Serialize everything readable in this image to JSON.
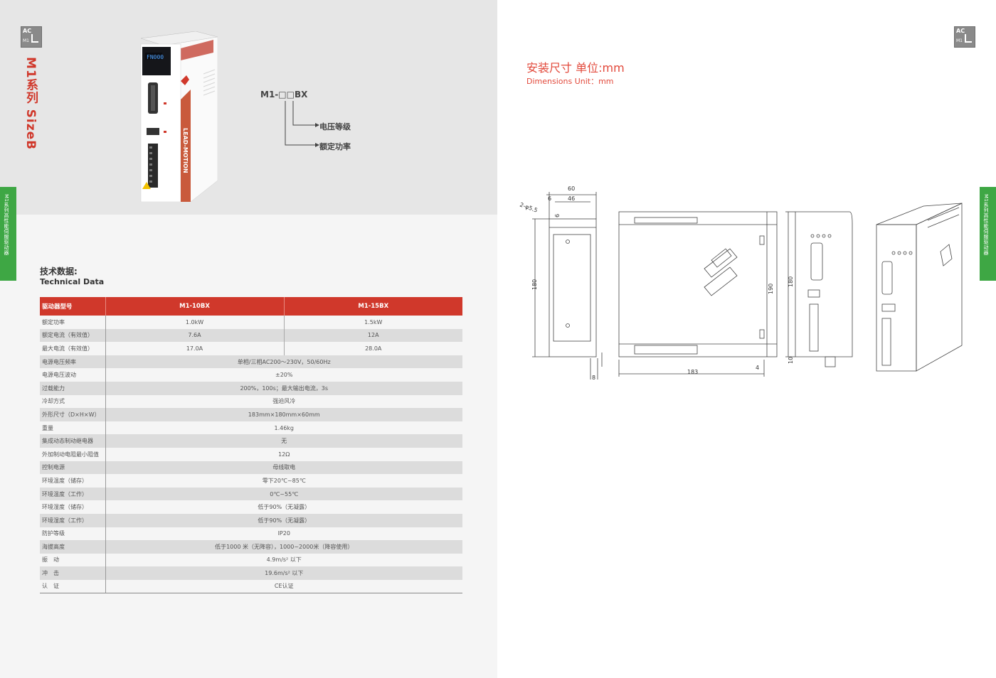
{
  "left": {
    "logo": {
      "ac": "AC",
      "m1": "M1"
    },
    "series_title": "M1系列 SizeB",
    "side_tab": "M1系列高性能伺服驱动器",
    "product": {
      "display": "FN000",
      "brand_text": "LEAD-MOTION"
    },
    "model_code": {
      "code": "M1-□□BX",
      "voltage_label": "电压等级",
      "power_label": "额定功率"
    },
    "tech_title_cn": "技术数据:",
    "tech_title_en": "Technical Data",
    "table": {
      "headers": [
        "驱动器型号",
        "M1-10BX",
        "M1-15BX"
      ],
      "rows": [
        {
          "label": "额定功率",
          "a": "1.0kW",
          "b": "1.5kW"
        },
        {
          "label": "额定电流（有效值）",
          "a": "7.6A",
          "b": "12A"
        },
        {
          "label": "最大电流（有效值）",
          "a": "17.0A",
          "b": "28.0A"
        },
        {
          "label": "电源电压频率",
          "merged": "单相/三相AC200～230V，50/60Hz"
        },
        {
          "label": "电源电压波动",
          "merged": "±20%"
        },
        {
          "label": "过载能力",
          "merged": "200%，100s；最大输出电流，3s"
        },
        {
          "label": "冷却方式",
          "merged": "强迫风冷"
        },
        {
          "label": "外形尺寸（D×H×W）",
          "merged": "183mm×180mm×60mm"
        },
        {
          "label": "重量",
          "merged": "1.46kg"
        },
        {
          "label": "集成动态制动继电器",
          "merged": "无"
        },
        {
          "label": "外加制动电阻最小阻值",
          "merged": "12Ω"
        },
        {
          "label": "控制电源",
          "merged": "母线取电"
        },
        {
          "label": "环境温度（储存）",
          "merged": "零下20℃~85℃"
        },
        {
          "label": "环境温度（工作）",
          "merged": "0℃~55℃"
        },
        {
          "label": "环境湿度（储存）",
          "merged": "低于90%（无凝露）"
        },
        {
          "label": "环境湿度（工作）",
          "merged": "低于90%（无凝露）"
        },
        {
          "label": "防护等级",
          "merged": "IP20"
        },
        {
          "label": "海拔高度",
          "merged": "低于1000 米（无降容），1000~2000米（降容使用）"
        },
        {
          "label": "振　动",
          "merged": "4.9m/s² 以下"
        },
        {
          "label": "冲　击",
          "merged": "19.6m/s² 以下"
        },
        {
          "label": "认　证",
          "merged": "CE认证"
        }
      ]
    }
  },
  "right": {
    "logo": {
      "ac": "AC",
      "m1": "M1"
    },
    "side_tab": "M1系列高性能伺服驱动器",
    "dim_title": "安装尺寸 单位:mm",
    "dim_sub": "Dimensions  Unit：mm",
    "dims": {
      "width": "60",
      "inner": "46",
      "offset": "6",
      "hole": "2-φ5.5",
      "side_offset": "6",
      "height_front": "180",
      "bottom": "8",
      "height_side": "190",
      "depth": "183",
      "depth_offset": "4",
      "height_right": "180",
      "bottom_right": "10"
    }
  },
  "colors": {
    "accent": "#d0382b",
    "green_tab": "#3ea744",
    "title_red": "#e2483a"
  }
}
